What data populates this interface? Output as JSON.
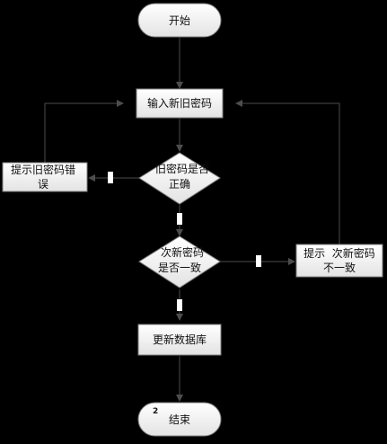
{
  "nodes": {
    "start": "开始",
    "input_new_password": "输入新旧密码",
    "old_password_check_line1": "旧密码是否",
    "old_password_check_line2": "正确",
    "prompt_old_error_line1": "提示旧密码错",
    "prompt_old_error_line2": "误",
    "new_password_check_line1": "次新密码",
    "new_password_check_line2": "是否一致",
    "prompt_mismatch_line1": "提示  次新密码",
    "prompt_mismatch_line2": "不一致",
    "update_database": "更新数据库",
    "end": "结束"
  },
  "annotations": {
    "end_note": "2"
  },
  "colors": {
    "background": "#000000",
    "shape_fill_top": "#ffffff",
    "shape_fill_bottom": "#e4e4e4",
    "shape_stroke": "#7f7f7f",
    "edge": "#4d4d4d",
    "edge_label_bg": "#ffffff"
  }
}
